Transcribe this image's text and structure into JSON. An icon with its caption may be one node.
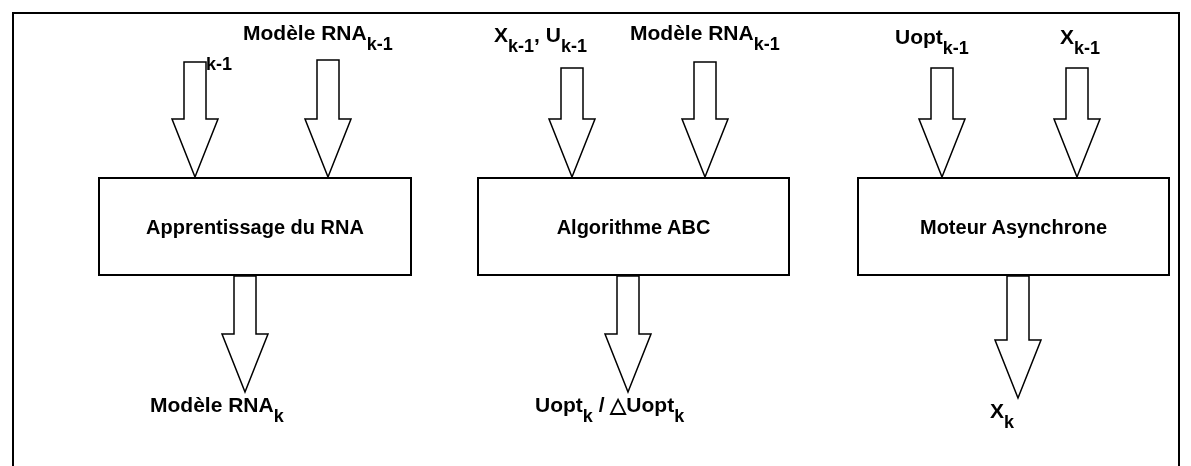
{
  "diagram": {
    "nodes": [
      {
        "text": [
          "$_{k-1}$"
        ]
      },
      {
        "text": [
          "Modèle RNA$_{k-1}$"
        ]
      },
      {
        "text": [
          "X$_{k-1}$, U$_{k-1}$"
        ]
      },
      {
        "text": [
          "Modèle RNA$_{k-1}$"
        ]
      },
      {
        "text": [
          "Uopt$_{k-1}$"
        ]
      },
      {
        "text": [
          "X$_{k-1}$"
        ]
      },
      {
        "text": [
          "Apprentissage du RNA"
        ]
      },
      {
        "text": [
          "Algorithme ABC"
        ]
      },
      {
        "text": [
          "Moteur Asynchrone"
        ]
      },
      {
        "text": [
          "Modèle RNA$_{k}$"
        ]
      },
      {
        "text": [
          "Uopt$_{k}$ / △Uopt$_{k}$"
        ]
      },
      {
        "text": [
          "X$_{k}$"
        ]
      }
    ],
    "edges": [
      {
        "from": 0,
        "to": 6,
        "arrow": "to",
        "style": "thick"
      },
      {
        "from": 1,
        "to": 6,
        "arrow": "to",
        "style": "thick"
      },
      {
        "from": 2,
        "to": 7,
        "arrow": "to",
        "style": "thick"
      },
      {
        "from": 3,
        "to": 7,
        "arrow": "to",
        "style": "thick"
      },
      {
        "from": 4,
        "to": 8,
        "arrow": "to",
        "style": "thick"
      },
      {
        "from": 5,
        "to": 8,
        "arrow": "to",
        "style": "thick"
      },
      {
        "from": 6,
        "to": 9,
        "arrow": "to",
        "style": "thick"
      },
      {
        "from": 7,
        "to": 10,
        "arrow": "to",
        "style": "thick"
      },
      {
        "from": 8,
        "to": 11,
        "arrow": "to",
        "style": "thick"
      }
    ]
  }
}
